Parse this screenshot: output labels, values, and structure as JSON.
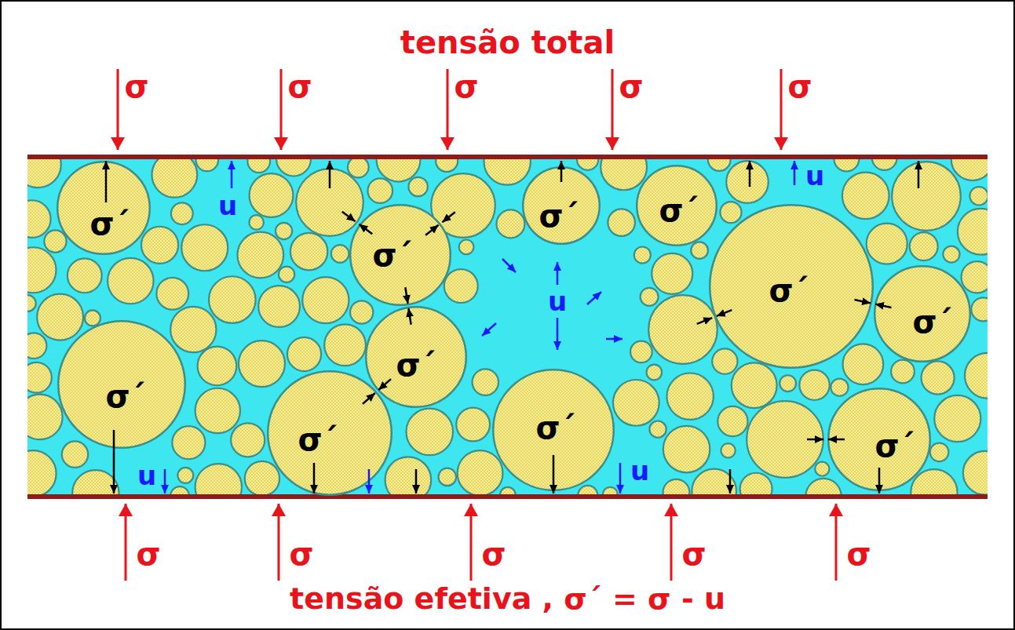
{
  "diagram": {
    "title": "tensão total",
    "caption": "tensão efetiva , σ´ = σ - u",
    "nodes": [
      {
        "text": [
          "σ´"
        ]
      },
      {
        "text": [
          "σ´"
        ]
      },
      {
        "text": [
          "σ´"
        ]
      },
      {
        "text": [
          "σ´"
        ]
      },
      {
        "text": [
          "σ´"
        ]
      },
      {
        "text": [
          "σ´"
        ]
      },
      {
        "text": [
          "σ´"
        ]
      },
      {
        "text": [
          "σ´"
        ]
      },
      {
        "text": [
          "σ´"
        ]
      },
      {
        "text": [
          "σ´"
        ]
      },
      {
        "text": [
          "σ´"
        ]
      }
    ],
    "labels": [
      "σ",
      "σ",
      "σ",
      "σ",
      "σ",
      "u",
      "u",
      "u",
      "u",
      "u",
      "σ",
      "σ",
      "σ",
      "σ",
      "σ"
    ]
  }
}
